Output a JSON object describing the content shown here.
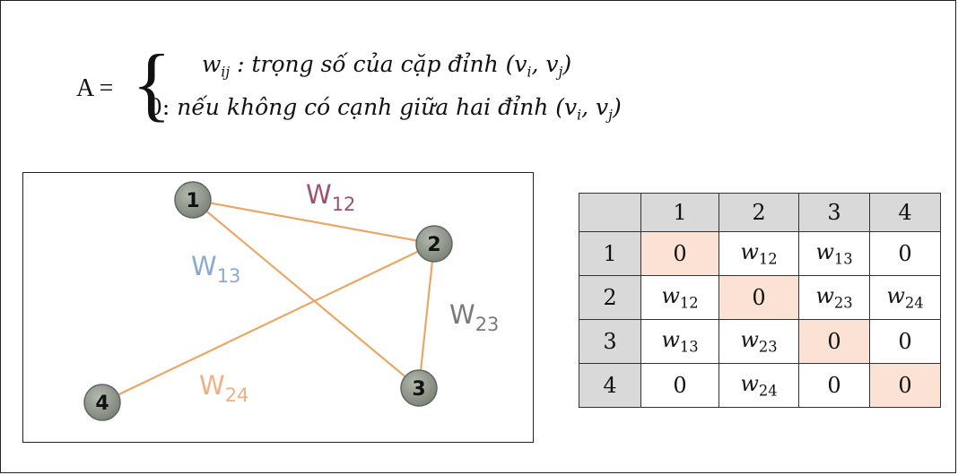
{
  "formula": {
    "lhs": "A =",
    "brace": "{",
    "case1": {
      "w": "w",
      "w_sub": "ij",
      "text": " : trọng số của cặp đỉnh (",
      "v1": "v",
      "v1_sub": "i",
      "comma": ", ",
      "v2": "v",
      "v2_sub": "j",
      "close": ")"
    },
    "case2": {
      "zero": "0:",
      "text": " nếu không có cạnh giữa hai đỉnh (",
      "v1": "v",
      "v1_sub": "i",
      "comma": ", ",
      "v2": "v",
      "v2_sub": "j",
      "close": ")"
    }
  },
  "graph": {
    "nodes": [
      {
        "id": "1",
        "label": "1"
      },
      {
        "id": "2",
        "label": "2"
      },
      {
        "id": "3",
        "label": "3"
      },
      {
        "id": "4",
        "label": "4"
      }
    ],
    "edges": [
      {
        "from": "1",
        "to": "2",
        "label": "W",
        "label_sub": "12",
        "label_color": "#a05070"
      },
      {
        "from": "1",
        "to": "3",
        "label": "W",
        "label_sub": "13",
        "label_color": "#8aaad4"
      },
      {
        "from": "2",
        "to": "3",
        "label": "W",
        "label_sub": "23",
        "label_color": "#7a7a7a"
      },
      {
        "from": "2",
        "to": "4",
        "label": "W",
        "label_sub": "24",
        "label_color": "#f0b080"
      }
    ],
    "edge_color": "#e8a868",
    "node_color": "#7d8479"
  },
  "matrix": {
    "col_headers": [
      "1",
      "2",
      "3",
      "4"
    ],
    "rows": [
      {
        "header": "1",
        "cells": [
          {
            "v": "0"
          },
          {
            "w": "w",
            "sub": "12"
          },
          {
            "w": "w",
            "sub": "13"
          },
          {
            "v": "0"
          }
        ]
      },
      {
        "header": "2",
        "cells": [
          {
            "w": "w",
            "sub": "12"
          },
          {
            "v": "0"
          },
          {
            "w": "w",
            "sub": "23"
          },
          {
            "w": "w",
            "sub": "24"
          }
        ]
      },
      {
        "header": "3",
        "cells": [
          {
            "w": "w",
            "sub": "13"
          },
          {
            "w": "w",
            "sub": "23"
          },
          {
            "v": "0"
          },
          {
            "v": "0"
          }
        ]
      },
      {
        "header": "4",
        "cells": [
          {
            "v": "0"
          },
          {
            "w": "w",
            "sub": "24"
          },
          {
            "v": "0"
          },
          {
            "v": "0"
          }
        ]
      }
    ],
    "header_bg": "#d9d9d9",
    "diagonal_bg": "#fbe2d5"
  }
}
